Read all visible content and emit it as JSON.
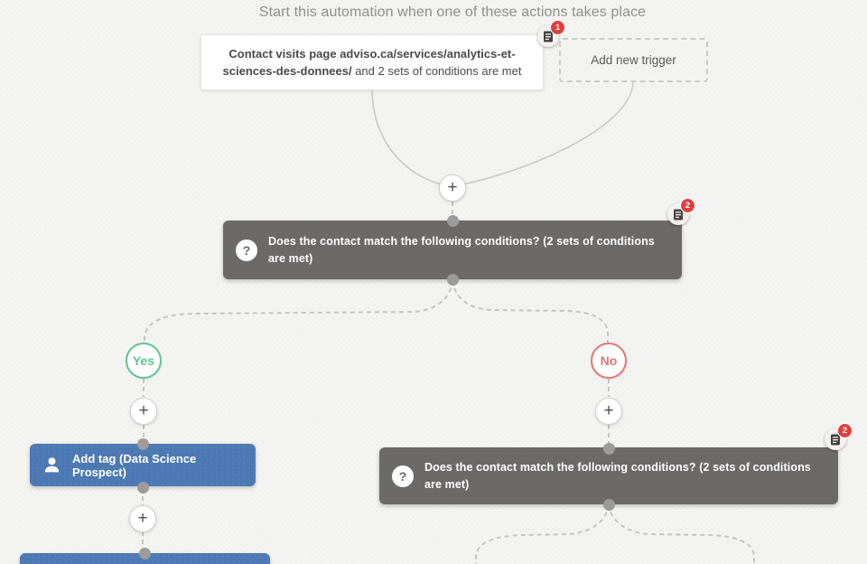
{
  "header": {
    "title": "Start this automation when one of these actions takes place"
  },
  "triggers": {
    "trigger_card": {
      "bold_text": "Contact visits page adviso.ca/services/analytics-et-sciences-des-donnees/",
      "normal_text": "and 2 sets of conditions are met",
      "notes_count": "1"
    },
    "add_new_trigger_label": "Add new trigger"
  },
  "nodes": {
    "condition_1": {
      "text": "Does the contact match the following conditions? (2 sets of conditions are met)",
      "notes_count": "2"
    },
    "condition_2": {
      "text": "Does the contact match the following conditions? (2 sets of conditions are met)",
      "notes_count": "2"
    },
    "add_tag_action": {
      "label": "Add tag (Data Science Prospect)"
    }
  },
  "branches": {
    "yes_label": "Yes",
    "no_label": "No"
  },
  "symbols": {
    "plus": "+",
    "question_mark": "?"
  },
  "colors": {
    "background": "#f4f4f2",
    "condition_gray": "#6c6969",
    "action_blue": "#4c79b3",
    "yes_green": "#5fc494",
    "no_red": "#e8766f",
    "badge_red": "#e0403d"
  }
}
